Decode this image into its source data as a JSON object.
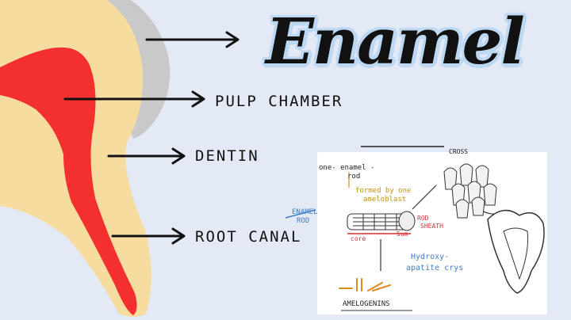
{
  "title": "Enamel",
  "labels": {
    "pulp_chamber": "PULP CHAMBER",
    "dentin": "DENTIN",
    "root_canal": "ROOT CANAL"
  },
  "inset": {
    "one_enamel_rod": "one- enamel -",
    "rod": "rod",
    "formed_by_line1": "formed by one",
    "formed_by_line2": "ameloblast",
    "enamel_rod_box_line1": "ENAMEL",
    "enamel_rod_box_line2": "ROD",
    "rod_sheath_line1": "ROD",
    "rod_sheath_line2": "SHEATH",
    "core": "core",
    "size": "5um",
    "hydroxyapatite_line1": "Hydroxy-",
    "hydroxyapatite_line2": "apatite crys",
    "amelogenins": "AMELOGENINS",
    "cross": "CROSS"
  },
  "colors": {
    "background": "#e3e9f5",
    "enamel_gray": "#c9c9c9",
    "dentin_cream": "#f6dc9e",
    "pulp_red": "#f42f2f",
    "title_glow": "#bcd8f2",
    "ink_blue": "#3f7fc8",
    "ink_red": "#d53434",
    "ink_orange": "#e08a1c",
    "ink_yellow": "#f0c419"
  }
}
